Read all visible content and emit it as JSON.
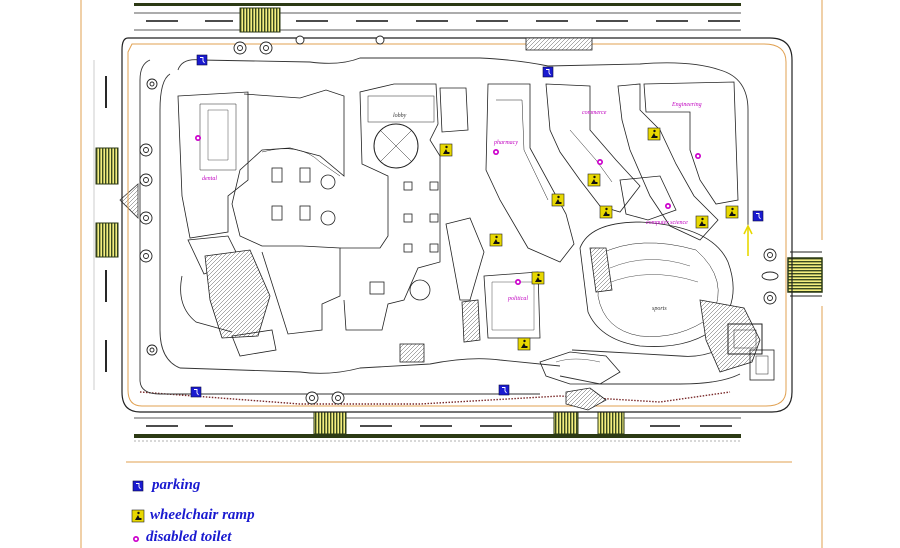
{
  "legend": {
    "parking": "parking",
    "wheelchair_ramp": "wheelchair ramp",
    "disabled_toilet": "disabled toilet"
  },
  "plan_labels": {
    "lobby": "lobby",
    "pharmacy": "pharmacy",
    "commerce": "commerce",
    "engineering": "Engineering",
    "dental": "dental",
    "computer_science": "computer science",
    "political": "political",
    "sports": "sports"
  },
  "colors": {
    "line": "#222222",
    "accent_green": "#2c3a14",
    "parking_blue": "#1a1ad0",
    "toilet_magenta": "#cc00cc",
    "ramp_yellow": "#e8d800",
    "boundary_orange": "#e0a050"
  },
  "icons": [
    "parking-icon",
    "wheelchair-ramp-icon",
    "disabled-toilet-icon"
  ]
}
